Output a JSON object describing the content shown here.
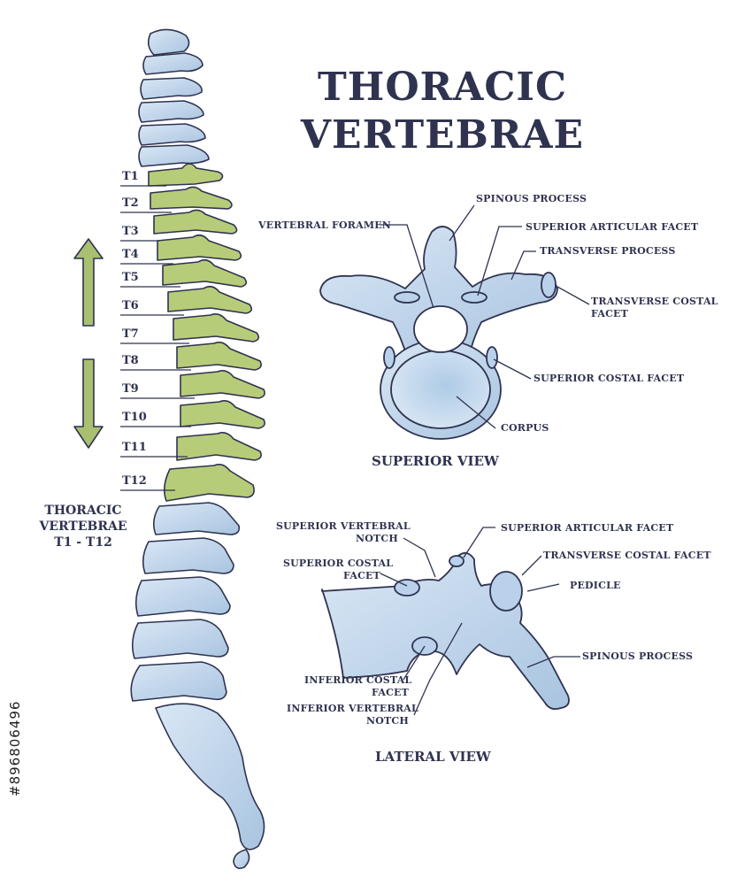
{
  "title_line1": "THORACIC",
  "title_line2": "VERTEBRAE",
  "side_caption": [
    "THORACIC",
    "VERTEBRAE",
    "T1 - T12"
  ],
  "levels": [
    "T1",
    "T2",
    "T3",
    "T4",
    "T5",
    "T6",
    "T7",
    "T8",
    "T9",
    "T10",
    "T11",
    "T12"
  ],
  "superior_view": {
    "caption": "SUPERIOR VIEW",
    "labels": {
      "spinous_process": "SPINOUS PROCESS",
      "vertebral_foramen": "VERTEBRAL FORAMEN",
      "superior_articular_facet": "SUPERIOR ARTICULAR FACET",
      "transverse_process": "TRANSVERSE PROCESS",
      "transverse_costal_facet_1": "TRANSVERSE COSTAL",
      "transverse_costal_facet_2": "FACET",
      "superior_costal_facet": "SUPERIOR COSTAL FACET",
      "corpus": "CORPUS"
    }
  },
  "lateral_view": {
    "caption": "LATERAL VIEW",
    "labels": {
      "superior_vertebral_notch_1": "SUPERIOR VERTEBRAL",
      "superior_vertebral_notch_2": "NOTCH",
      "superior_articular_facet": "SUPERIOR ARTICULAR FACET",
      "superior_costal_facet_1": "SUPERIOR COSTAL",
      "superior_costal_facet_2": "FACET",
      "transverse_costal_facet": "TRANSVERSE COSTAL FACET",
      "pedicle": "PEDICLE",
      "spinous_process": "SPINOUS PROCESS",
      "inferior_costal_facet_1": "INFERIOR COSTAL",
      "inferior_costal_facet_2": "FACET",
      "inferior_vertebral_notch_1": "INFERIOR VERTEBRAL",
      "inferior_vertebral_notch_2": "NOTCH"
    }
  },
  "stock_id": "#896806496",
  "colors": {
    "ink": "#2f3350",
    "bone": "#c4d8ee",
    "bone_dark": "#9fbcd9",
    "thoracic": "#b7cc78",
    "thoracic_dark": "#97ad58",
    "arrow": "#a8c070"
  }
}
